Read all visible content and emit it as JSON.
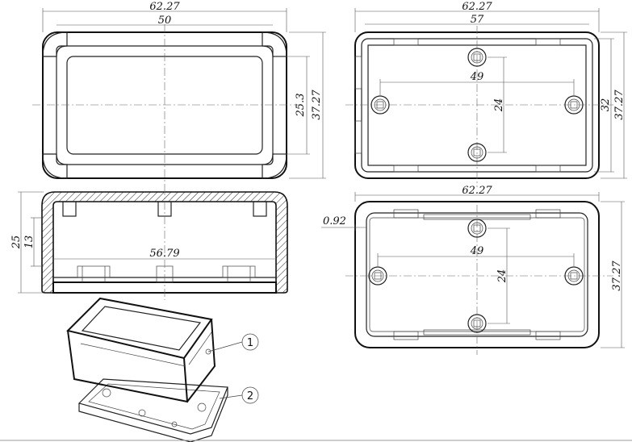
{
  "dimensions": {
    "top_left_overall_width": "62.27",
    "top_left_inner_width": "50",
    "top_left_inner_height": "25.3",
    "top_left_overall_height": "37.27",
    "top_right_overall_width": "62.27",
    "top_right_inner_width": "57",
    "top_right_hole_spacing_x": "49",
    "top_right_hole_spacing_y": "24",
    "top_right_inner_height": "32",
    "top_right_overall_height": "37.27",
    "section_total_height": "25",
    "section_partial_height": "13",
    "section_inner_width": "56.79",
    "bottom_right_overall_width": "62.27",
    "bottom_right_offset": "0.92",
    "bottom_right_hole_spacing_x": "49",
    "bottom_right_hole_spacing_y": "24",
    "bottom_right_overall_height": "37.27"
  },
  "callouts": {
    "part_1": "1",
    "part_2": "2"
  },
  "colors": {
    "line": "#111111",
    "background": "#ffffff"
  }
}
